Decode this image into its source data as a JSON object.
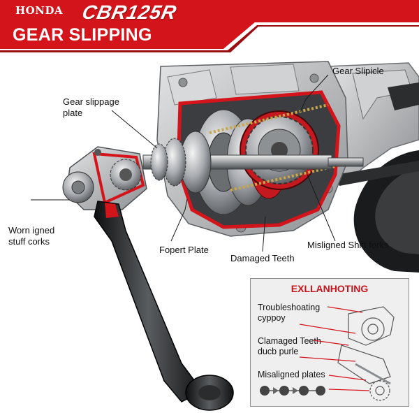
{
  "header": {
    "brand": "HONDA",
    "model": "CBR125R",
    "title": "GEAR SLIPPING"
  },
  "callouts": {
    "gear_slipiclle": "Gear Slipicle",
    "gear_slippage_plate": "Gear slippage\nplate",
    "worn_forks": "Worn igned\nstuff corks",
    "fopert_plate": "Fopert Plate",
    "damaged_teeth": "Damaged Teeth",
    "misligned_forks": "Misligned Shift forks"
  },
  "inset": {
    "title": "EXLLANHOTING",
    "items": [
      "Troubleshoating\ncyppoy",
      "Clamaged Teeth\nducb purle",
      "Misaligned plates"
    ]
  },
  "colors": {
    "accent": "#d4141b",
    "housing": "#b5b8bb",
    "lever": "#202224",
    "inset_bg": "#efefef"
  }
}
